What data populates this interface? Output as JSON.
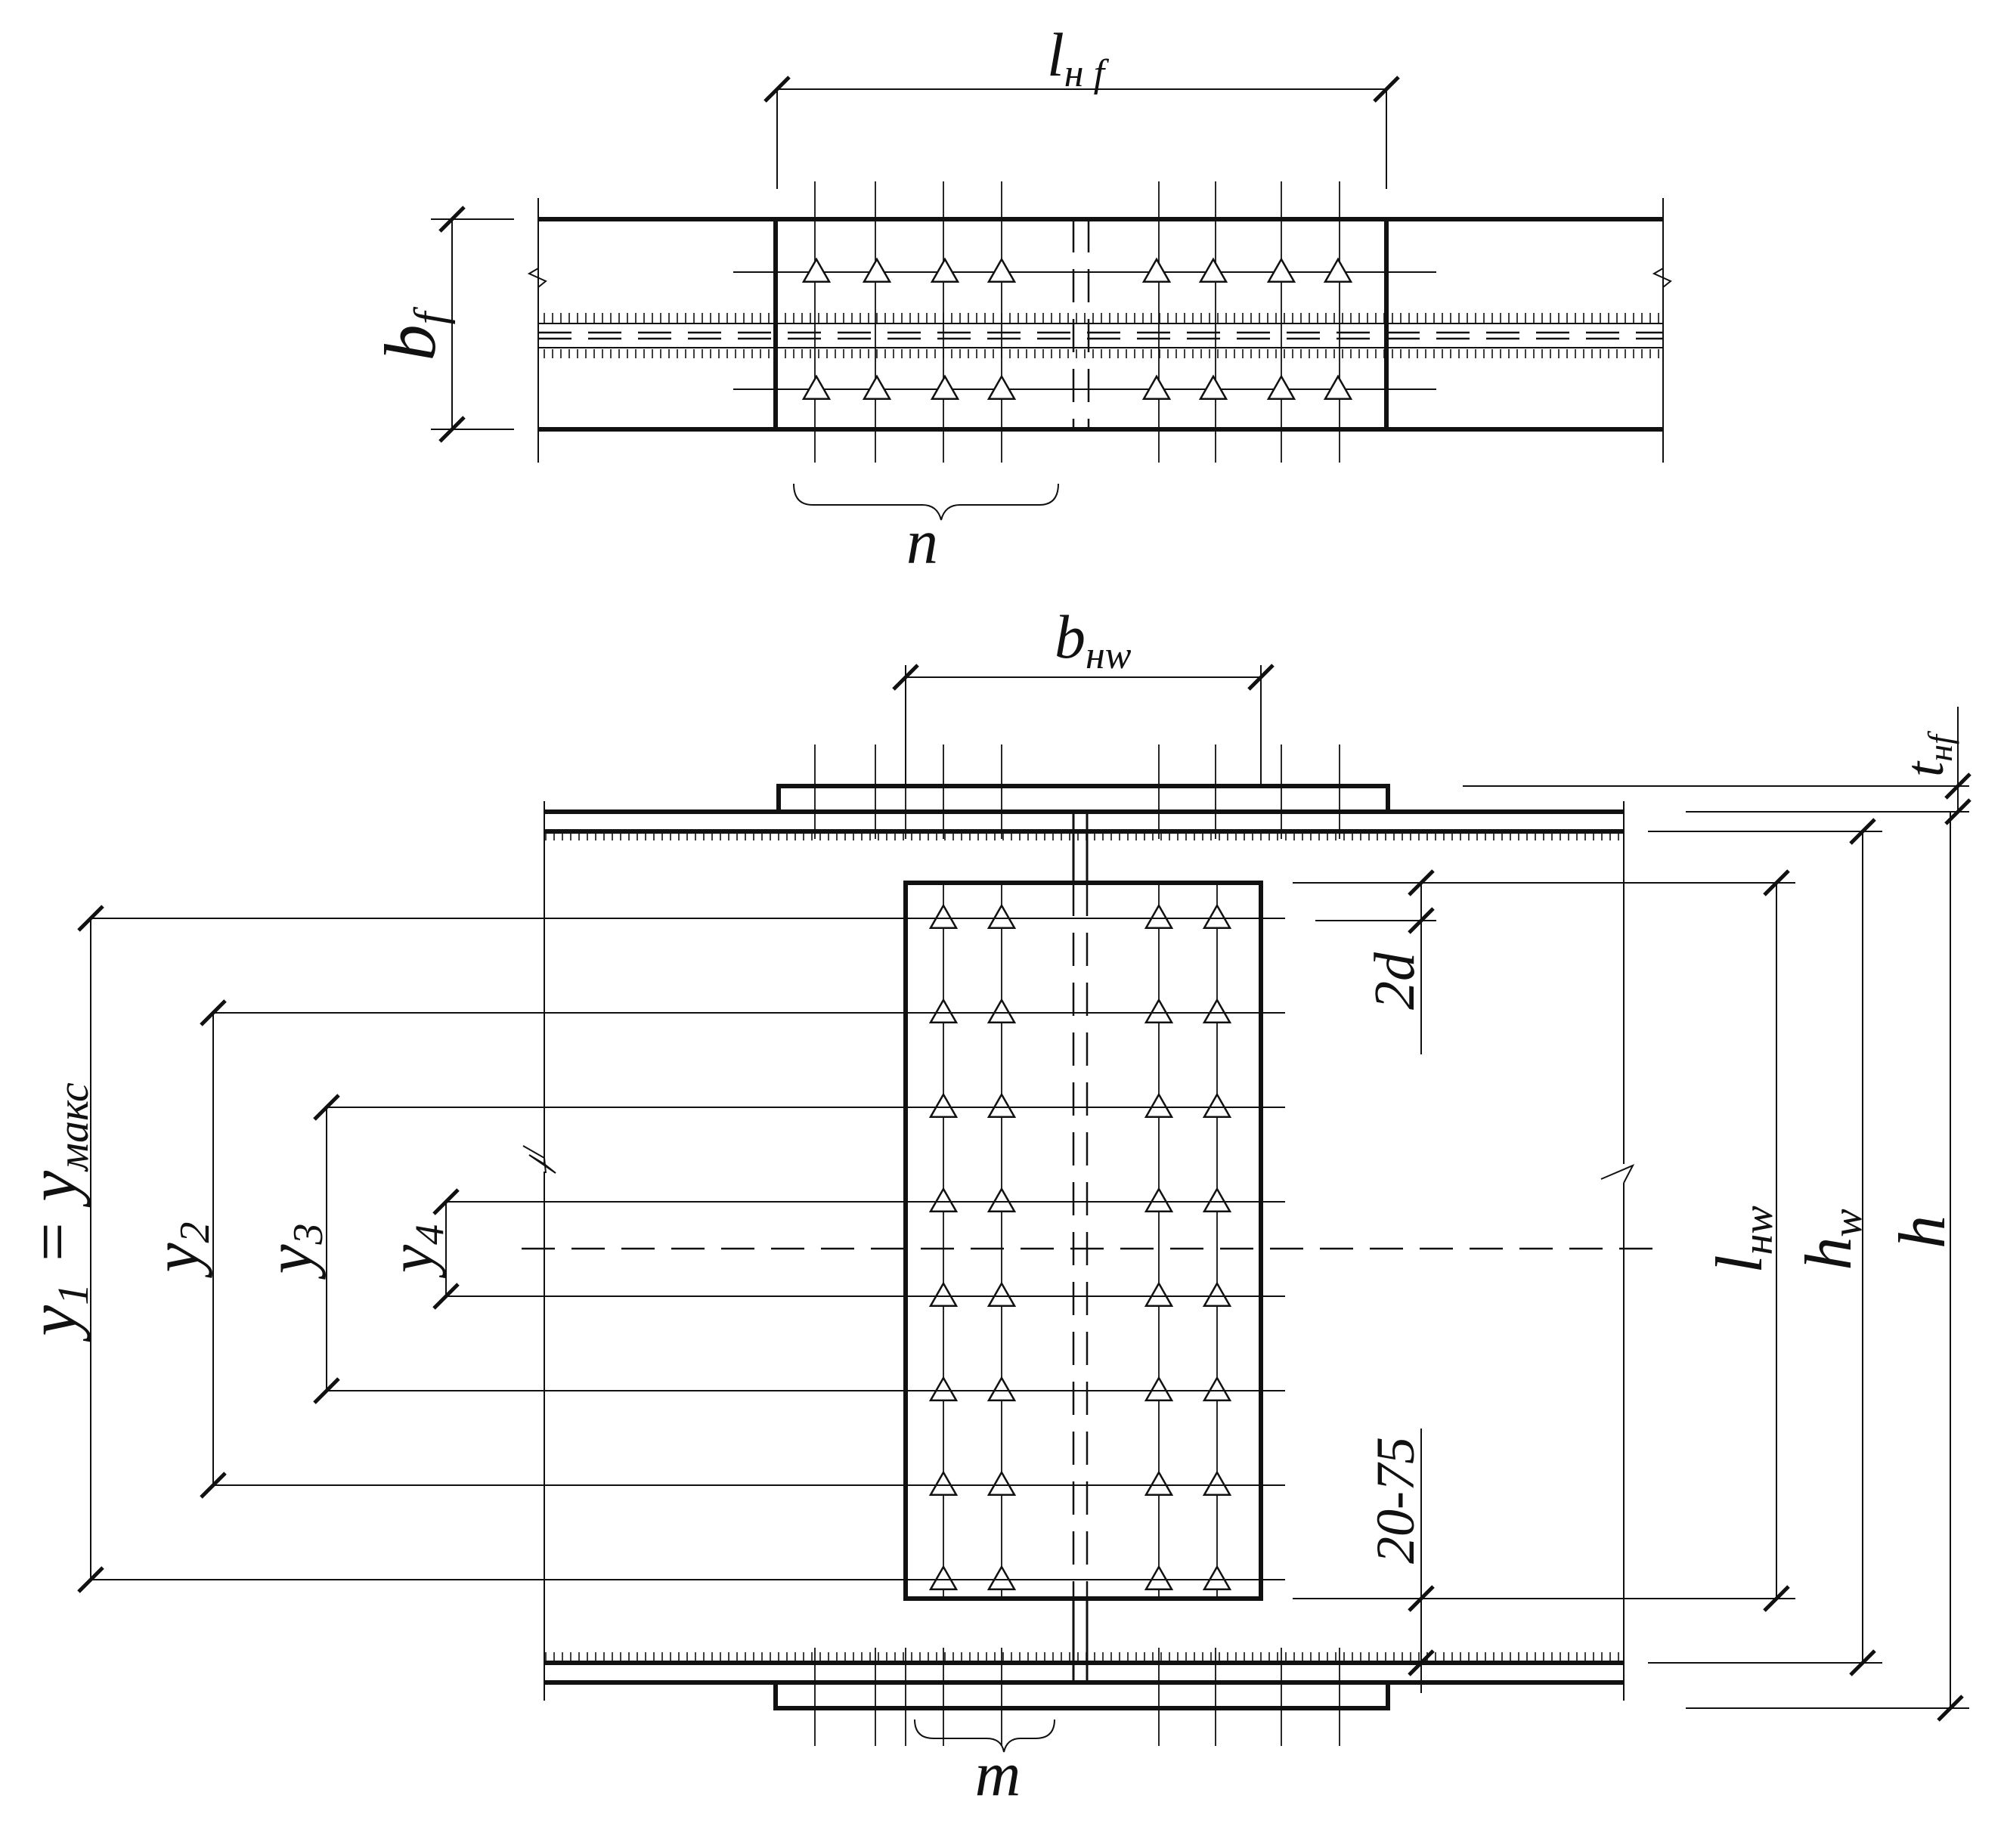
{
  "labels": {
    "lhf": "l",
    "lhf_sub": "н f",
    "bf": "b",
    "bf_sub": "f",
    "n": "n",
    "bhw": "b",
    "bhw_sub": "нw",
    "thf": "t",
    "thf_sub": "нf",
    "twod": "2d",
    "y1": "y",
    "y1_sub": "1",
    "y1_eq": " = y",
    "y1_max": "макс",
    "y2": "y",
    "y2_sub": "2",
    "y3": "y",
    "y3_sub": "3",
    "y4": "y",
    "y4_sub": "4",
    "lhw": "l",
    "lhw_sub": "нw",
    "hw": "h",
    "hw_sub": "w",
    "h": "h",
    "range": "20-75",
    "m": "m"
  }
}
